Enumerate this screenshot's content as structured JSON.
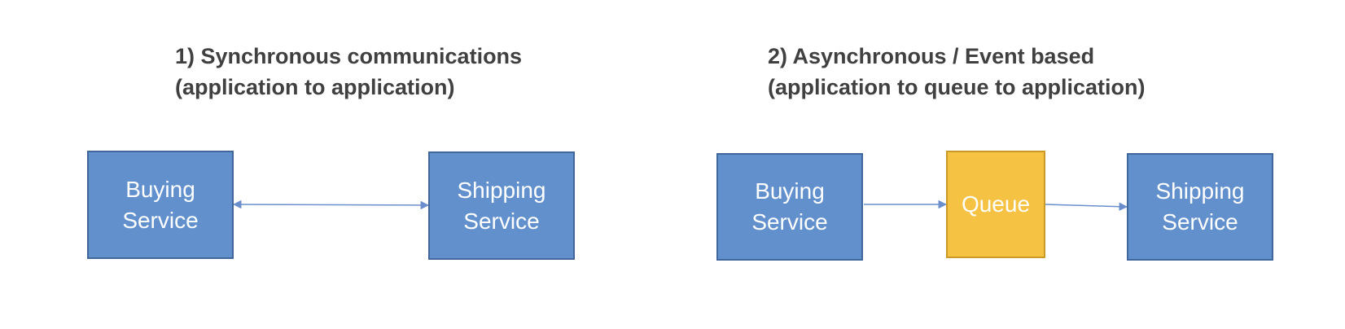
{
  "sync": {
    "title_line1": "1) Synchronous communications",
    "title_line2": "(application to application)",
    "left_box": "Buying\nService",
    "right_box": "Shipping\nService"
  },
  "async": {
    "title_line1": "2) Asynchronous / Event based",
    "title_line2": "(application to queue to application)",
    "left_box": "Buying\nService",
    "middle_box": "Queue",
    "right_box": "Shipping\nService"
  },
  "colors": {
    "service_fill": "#6190cd",
    "service_border": "#41669a",
    "queue_fill": "#f5c243",
    "queue_border": "#c99b26",
    "title_text": "#404040",
    "arrow": "#6a8fcc"
  },
  "edges": [
    {
      "from": "sync.left_box",
      "to": "sync.right_box",
      "direction": "bidirectional"
    },
    {
      "from": "async.left_box",
      "to": "async.middle_box",
      "direction": "forward"
    },
    {
      "from": "async.middle_box",
      "to": "async.right_box",
      "direction": "forward"
    }
  ]
}
